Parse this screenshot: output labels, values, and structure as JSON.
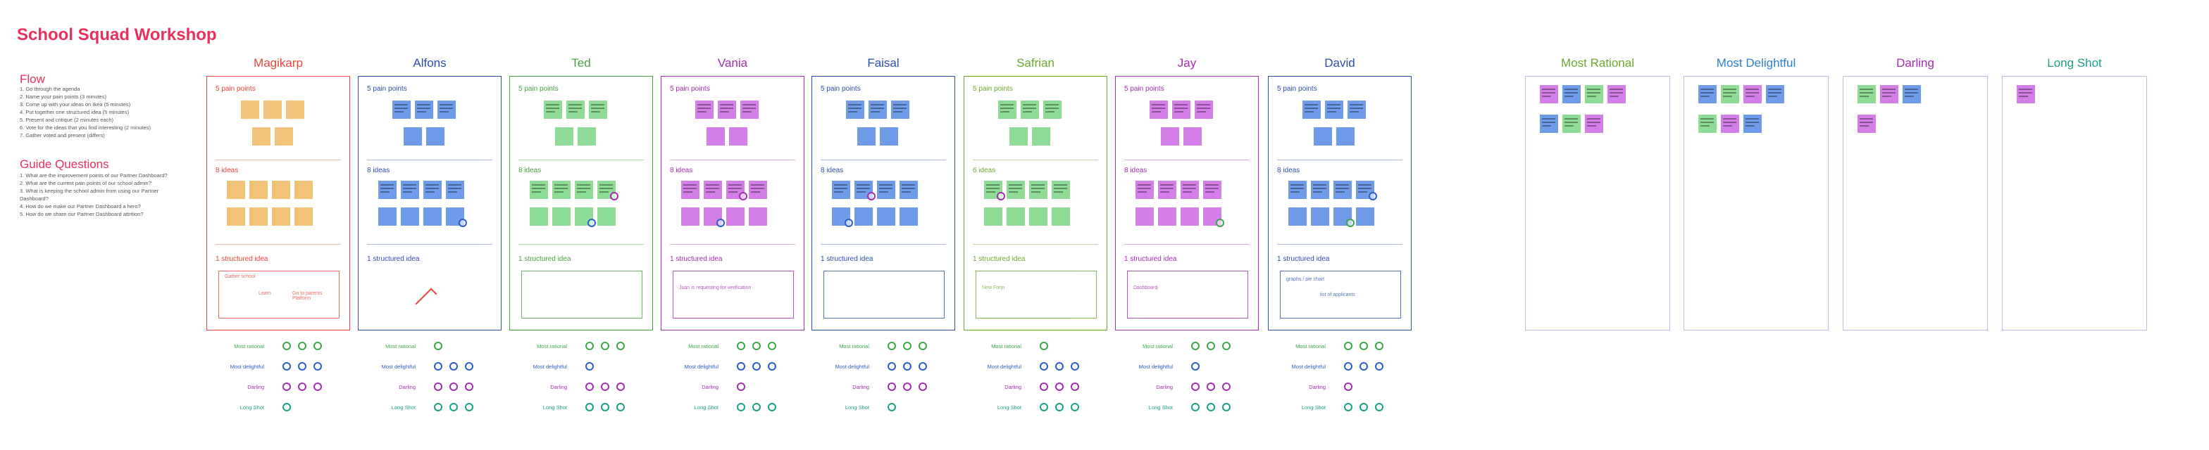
{
  "board": {
    "title": "School Squad Workshop",
    "flow_title": "Flow",
    "flow_items": [
      "1. Go through the agenda",
      "2. Name your pain points (3 minutes)",
      "3. Come up with your ideas on Ikea (5 minutes)",
      "4. Put together one structured idea (5 minutes)",
      "5. Present and critique (2 minutes each)",
      "6. Vote for the ideas that you find interesting (2 minutes)",
      "7. Gather voted and present (differs)"
    ],
    "guide_title": "Guide Questions",
    "guide_items": [
      "1. What are the improvement points of our Partner Dashboard?",
      "2. What are the current pain points of our school admin?",
      "3. What is keeping the school admin from using our Partner",
      "Dashboard?",
      "4. How do we make our Partner Dashboard a hero?",
      "5. How do we share our Partner Dashboard attrition?"
    ]
  },
  "section_labels": {
    "pain": "5 pain points",
    "ideas": "8 ideas",
    "ideas_alt": "6 ideas",
    "structured": "1 structured idea"
  },
  "vote_labels": [
    "Most rational",
    "Most delightful",
    "Darling",
    "Long Shot"
  ],
  "participants": [
    {
      "name": "Magikarp",
      "color": "#e8453c",
      "note": "#f0c27a",
      "ideas_label_key": "ideas"
    },
    {
      "name": "Alfons",
      "color": "#2a4fb0",
      "note": "#6f9be8",
      "ideas_label_key": "ideas"
    },
    {
      "name": "Ted",
      "color": "#4aa040",
      "note": "#8fdc96",
      "ideas_label_key": "ideas"
    },
    {
      "name": "Vania",
      "color": "#a32db0",
      "note": "#d47ee8",
      "ideas_label_key": "ideas"
    },
    {
      "name": "Faisal",
      "color": "#2a4fb0",
      "note": "#6f9be8",
      "ideas_label_key": "ideas"
    },
    {
      "name": "Safrian",
      "color": "#6aaa2a",
      "note": "#8fdc96",
      "ideas_label_key": "ideas_alt"
    },
    {
      "name": "Jay",
      "color": "#a32db0",
      "note": "#d47ee8",
      "ideas_label_key": "ideas"
    },
    {
      "name": "David",
      "color": "#2a4fb0",
      "note": "#6f9be8",
      "ideas_label_key": "ideas"
    }
  ],
  "vote_boards": [
    {
      "name": "Most Rational",
      "color": "#6aaa2a"
    },
    {
      "name": "Most Delightful",
      "color": "#2a7fd0"
    },
    {
      "name": "Darling",
      "color": "#a32db0"
    },
    {
      "name": "Long Shot",
      "color": "#1aa088"
    }
  ],
  "sketch_texts": {
    "magikarp_a": "Gather school",
    "magikarp_b": "Learn",
    "magikarp_c": "Go to parents Platform",
    "vania_a": "Juan is requesting for verification",
    "safrian_a": "New Form",
    "jay_a": "Dashboard",
    "david_a": "graphs / pie chart",
    "david_b": "list of applicants"
  },
  "colors": {
    "accent": "#e8305a",
    "vote_green": "#3aa848",
    "vote_blue": "#2a5ec8",
    "vote_purple": "#a32db0",
    "vote_teal": "#1aa088"
  }
}
